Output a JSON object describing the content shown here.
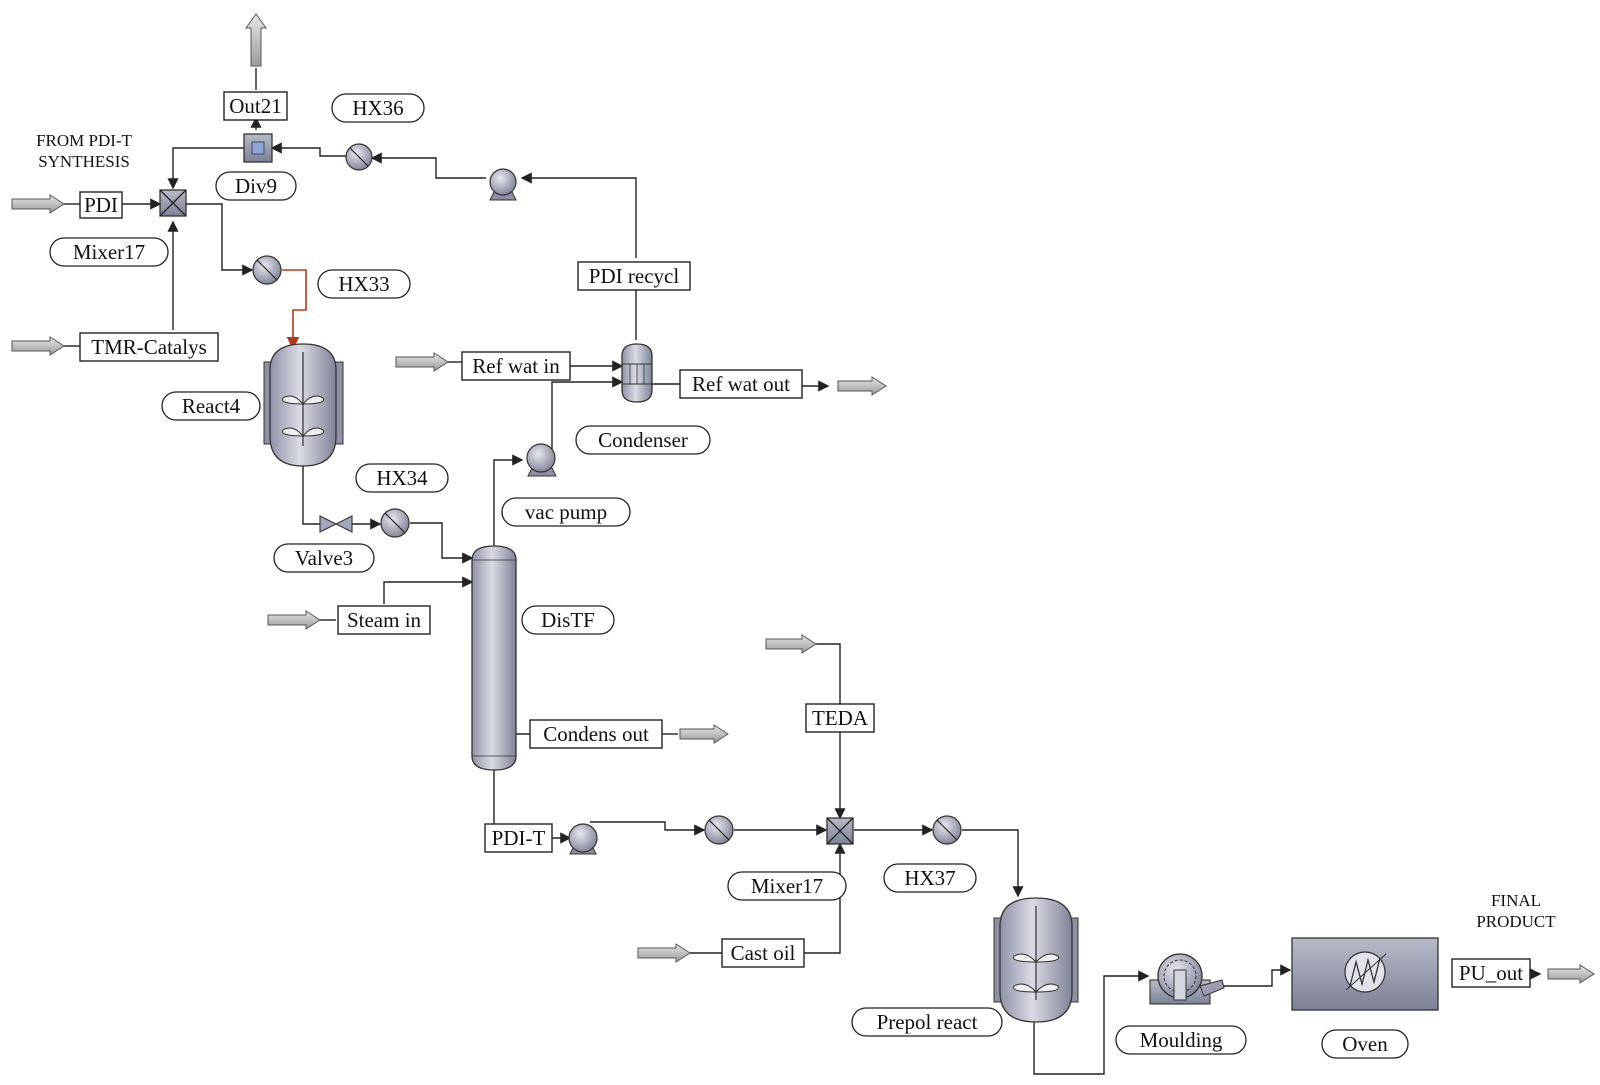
{
  "diagram": {
    "headers": {
      "from_pdi_line1": "FROM PDI-T",
      "from_pdi_line2": "SYNTHESIS",
      "final_line1": "FINAL",
      "final_line2": "PRODUCT"
    },
    "streams": {
      "out21": "Out21",
      "pdi": "PDI",
      "tmr": "TMR-Catalys",
      "pdi_recycl": "PDI recycl",
      "ref_wat_in": "Ref wat in",
      "ref_wat_out": "Ref wat out",
      "steam_in": "Steam in",
      "condens_out": "Condens out",
      "pdi_t": "PDI-T",
      "teda": "TEDA",
      "cast_oil": "Cast oil",
      "pu_out": "PU_out"
    },
    "units": {
      "hx36": "HX36",
      "div9": "Div9",
      "mixer17_top": "Mixer17",
      "hx33": "HX33",
      "react4": "React4",
      "hx34": "HX34",
      "valve3": "Valve3",
      "condenser": "Condenser",
      "vac_pump": "vac pump",
      "distf": "DisTF",
      "mixer17_bottom": "Mixer17",
      "hx37": "HX37",
      "prepol_react": "Prepol react",
      "moulding": "Moulding",
      "oven": "Oven"
    },
    "colors": {
      "equipment": "#a9adbf",
      "pipe": "#222222",
      "hot_pipe": "#b33a1a",
      "arrow": "#c8c8c8"
    }
  }
}
